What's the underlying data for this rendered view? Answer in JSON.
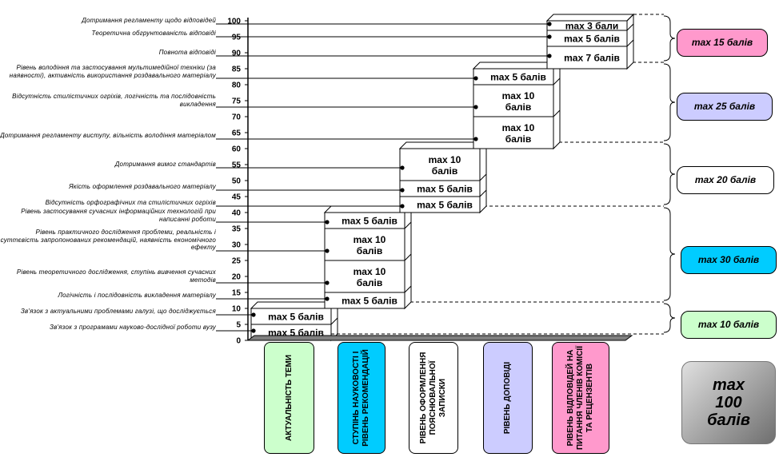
{
  "axis_ticks": [
    0,
    5,
    10,
    15,
    20,
    25,
    30,
    35,
    40,
    45,
    50,
    55,
    60,
    65,
    70,
    75,
    80,
    85,
    90,
    95,
    100
  ],
  "criteria": [
    {
      "text": "Дотримання регламенту щодо відповідей",
      "value": 99
    },
    {
      "text": "Теоретична обгрунтованість відповіді",
      "value": 95
    },
    {
      "text": "Повнота відповіді",
      "value": 89
    },
    {
      "text": "Рівень володіння та застосування мультимедійної техніки (за наявності), активність використання роздавального матеріалу",
      "value": 82
    },
    {
      "text": "Відсутність стилістичних огріхів, логічність та послідовність викладення",
      "value": 73
    },
    {
      "text": "Дотримання регламенту виступу, вільність володіння матеріалом",
      "value": 63
    },
    {
      "text": "Дотримання вимог стандартів",
      "value": 54
    },
    {
      "text": "Якість оформлення роздавального матеріалу",
      "value": 47
    },
    {
      "text": "Відсутність орфографічних та стилістичних огріхів",
      "value": 42
    },
    {
      "text": "Рівень застосування сучасних інформаційних технологій при написанні роботи",
      "value": 37
    },
    {
      "text": "Рівень практичного дослідження проблеми, реальність і суттєвість запропонованих рекомендацій, наявність економічного ефекту",
      "value": 28
    },
    {
      "text": "Рівень теоретичного дослідження, ступінь вивчення сучасних методів",
      "value": 18
    },
    {
      "text": "Логічність і послідовність викладення матеріалу",
      "value": 13
    },
    {
      "text": "Зв'язок з актуальними проблемами галузі, що досліджується",
      "value": 8
    },
    {
      "text": "Зв'язок з програмами науково-дослідної роботи вузу",
      "value": 3
    }
  ],
  "stages": [
    {
      "name": "АКТУАЛЬНІСТЬ ТЕМИ",
      "color": "#ccffcc",
      "max_label": "max 10 балів",
      "pill_color": "#ccffcc",
      "segments": [
        {
          "label": "max 5  балів",
          "from": 0,
          "to": 5
        },
        {
          "label": "max 5 балів",
          "from": 5,
          "to": 10
        }
      ]
    },
    {
      "name": "СТУПІНЬ НАУКОВОСТІ І РІВЕНЬ РЕКОМЕНДАЦІЙ",
      "color": "#00ccff",
      "max_label": "max 30 балів",
      "pill_color": "#00ccff",
      "segments": [
        {
          "label": "max 5 балів",
          "from": 10,
          "to": 15
        },
        {
          "label": "max 10 балів",
          "from": 15,
          "to": 25
        },
        {
          "label": "max 10 балів",
          "from": 25,
          "to": 35
        },
        {
          "label": "max 5 балів",
          "from": 35,
          "to": 40
        }
      ]
    },
    {
      "name": "РІВЕНЬ ОФОРМЛЕННЯ ПОЯСНЮВАЛЬНОЇ ЗАПИСКИ",
      "color": "#ffffff",
      "max_label": "max 20 балів",
      "pill_color": "#ffffff",
      "segments": [
        {
          "label": "max 5 балів",
          "from": 40,
          "to": 45
        },
        {
          "label": "max 5 балів",
          "from": 45,
          "to": 50
        },
        {
          "label": "max 10 балів",
          "from": 50,
          "to": 60
        }
      ]
    },
    {
      "name": "РІВЕНЬ ДОПОВІДІ",
      "color": "#ccccff",
      "max_label": "max 25 балів",
      "pill_color": "#ccccff",
      "segments": [
        {
          "label": "max 10 балів",
          "from": 60,
          "to": 70
        },
        {
          "label": "max 10 балів",
          "from": 70,
          "to": 80
        },
        {
          "label": "max 5 балів",
          "from": 80,
          "to": 85
        }
      ]
    },
    {
      "name": "РІВЕНЬ ВІДПОВІДЕЙ НА ПИТАННЯ ЧЛЕНІВ КОМІСІЇ ТА РЕЦЕНЗЕНТІВ",
      "color": "#ff99cc",
      "max_label": "max 15 балів",
      "pill_color": "#ff99cc",
      "segments": [
        {
          "label": "max 7 балів",
          "from": 85,
          "to": 92
        },
        {
          "label": "max 5 балів",
          "from": 92,
          "to": 97
        },
        {
          "label": "max 3 бали",
          "from": 97,
          "to": 100
        }
      ]
    }
  ],
  "total": {
    "line1": "max",
    "line2": "100",
    "line3": "балів"
  }
}
